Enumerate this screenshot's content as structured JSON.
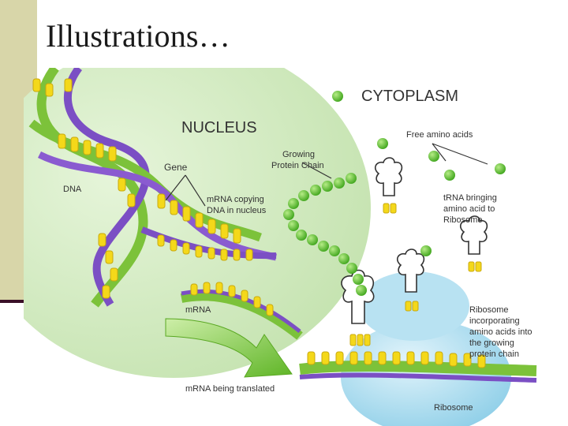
{
  "slide": {
    "title": "Illustrations…"
  },
  "figure": {
    "labels": {
      "nucleus": "NUCLEUS",
      "cytoplasm": "CYTOPLASM",
      "free_amino_acids": "Free amino acids",
      "growing_protein_chain_1": "Growing",
      "growing_protein_chain_2": "Protein Chain",
      "gene": "Gene",
      "dna": "DNA",
      "mrna_copying_1": "mRNA copying",
      "mrna_copying_2": "DNA in nucleus",
      "trna_1": "tRNA bringing",
      "trna_2": "amino acid to",
      "trna_3": "Ribosome",
      "mrna": "mRNA",
      "ribosome_inc_1": "Ribosome",
      "ribosome_inc_2": "incorporating",
      "ribosome_inc_3": "amino acids into",
      "ribosome_inc_4": "the growing",
      "ribosome_inc_5": "protein chain",
      "mrna_translated": "mRNA being translated",
      "ribosome": "Ribosome"
    },
    "colors": {
      "nucleus": "#d4ecc4",
      "bead": "#5cc12e",
      "dna_green": "#7cc23a",
      "dna_purple": "#7b4fc4",
      "base_yellow": "#f4d81a",
      "ribosome": "#a9dcef",
      "arrow": "#8ccf3f"
    }
  }
}
